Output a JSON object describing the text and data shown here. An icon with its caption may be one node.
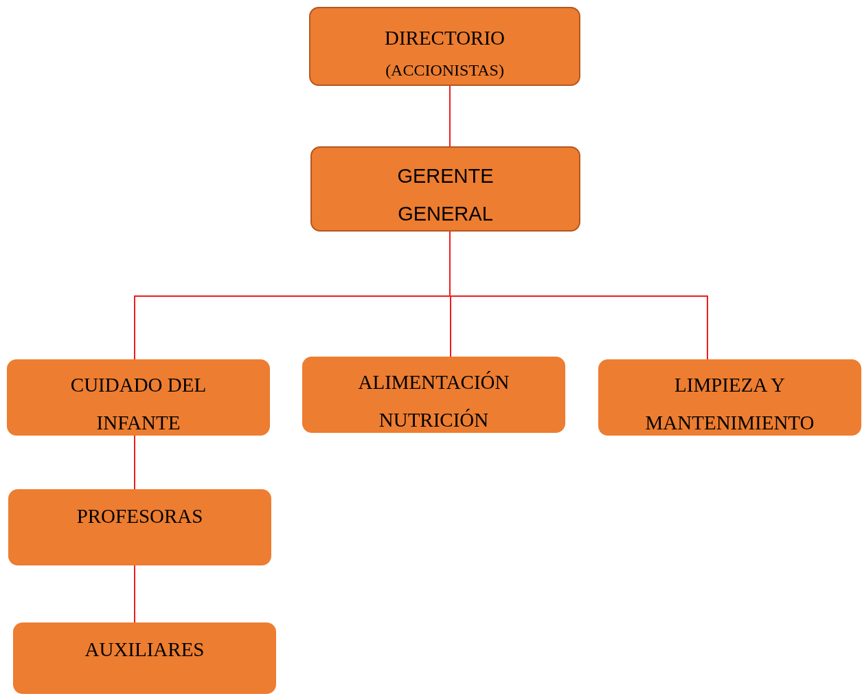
{
  "diagram": {
    "nodes": [
      {
        "text": [
          "DIRECTORIO",
          "(ACCIONISTAS)"
        ]
      },
      {
        "text": [
          "GERENTE GENERAL"
        ]
      },
      {
        "text": [
          "CUIDADO DEL INFANTE"
        ]
      },
      {
        "text": [
          "ALIMENTACIÓN NUTRICIÓN"
        ]
      },
      {
        "text": [
          "LIMPIEZA Y MANTENIMIENTO"
        ]
      },
      {
        "text": [
          "PROFESORAS"
        ]
      },
      {
        "text": [
          "AUXILIARES"
        ]
      }
    ],
    "edges": [
      {
        "from": 0,
        "to": 1,
        "arrow": "none"
      },
      {
        "from": 1,
        "to": 2,
        "arrow": "none"
      },
      {
        "from": 1,
        "to": 3,
        "arrow": "none"
      },
      {
        "from": 1,
        "to": 4,
        "arrow": "none"
      },
      {
        "from": 2,
        "to": 5,
        "arrow": "none"
      },
      {
        "from": 5,
        "to": 6,
        "arrow": "none"
      }
    ]
  }
}
